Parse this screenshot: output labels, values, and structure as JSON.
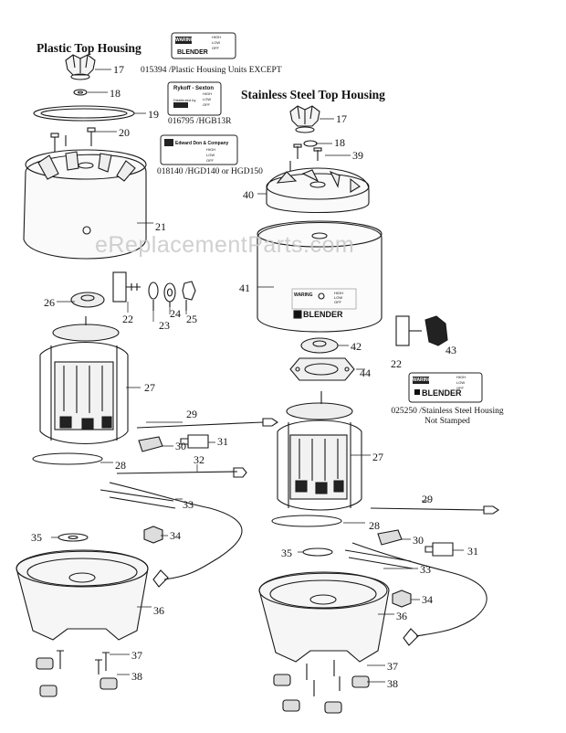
{
  "headings": {
    "plastic": "Plastic Top Housing",
    "stainless": "Stainless Steel Top Housing"
  },
  "watermark": "eReplacementParts.com",
  "captions": {
    "c1": "015394 /Plastic Housing Units EXCEPT",
    "c2": "016795 /HGB13R",
    "c3": "018140 /HGD140 or HGD150",
    "c4_line1": "025250 /Stainless Steel Housing",
    "c4_line2": "Not Stamped"
  },
  "labels": {
    "l17a": "17",
    "l18a": "18",
    "l19": "19",
    "l20": "20",
    "l21": "21",
    "l26": "26",
    "l22a": "22",
    "l23": "23",
    "l24": "24",
    "l25": "25",
    "l27a": "27",
    "l29a": "29",
    "l30a": "30",
    "l31a": "31",
    "l28a": "28",
    "l32": "32",
    "l33a": "33",
    "l35a": "35",
    "l34a": "34",
    "l36a": "36",
    "l37a": "37",
    "l38a": "38",
    "l17b": "17",
    "l18b": "18",
    "l39": "39",
    "l40": "40",
    "l41": "41",
    "l42": "42",
    "l43": "43",
    "l22b": "22",
    "l44": "44",
    "l27b": "27",
    "l29b": "29",
    "l28b": "28",
    "l30b": "30",
    "l31b": "31",
    "l35b": "35",
    "l33b": "33",
    "l34b": "34",
    "l36b": "36",
    "l37b": "37",
    "l38b": "38"
  },
  "plates": {
    "p1_brand": "WARING",
    "p1_model": "BLENDER",
    "p1_switch": [
      "HIGH",
      "LOW",
      "OFF"
    ],
    "p2_brand": "Rykoff - Sexton",
    "p2_sub": "Distributed by",
    "p2_switch": [
      "HIGH",
      "LOW",
      "OFF"
    ],
    "p3_brand": "Edward Don & Company",
    "p3_switch": [
      "HIGH",
      "LOW",
      "OFF"
    ],
    "p4_brand": "WARING",
    "p4_model": "BLENDER",
    "p4_switch": [
      "HIGH",
      "LOW",
      "OFF"
    ],
    "housing_brand": "WARING",
    "housing_model": "BLENDER",
    "housing_switch": [
      "HIGH",
      "LOW",
      "OFF"
    ]
  }
}
